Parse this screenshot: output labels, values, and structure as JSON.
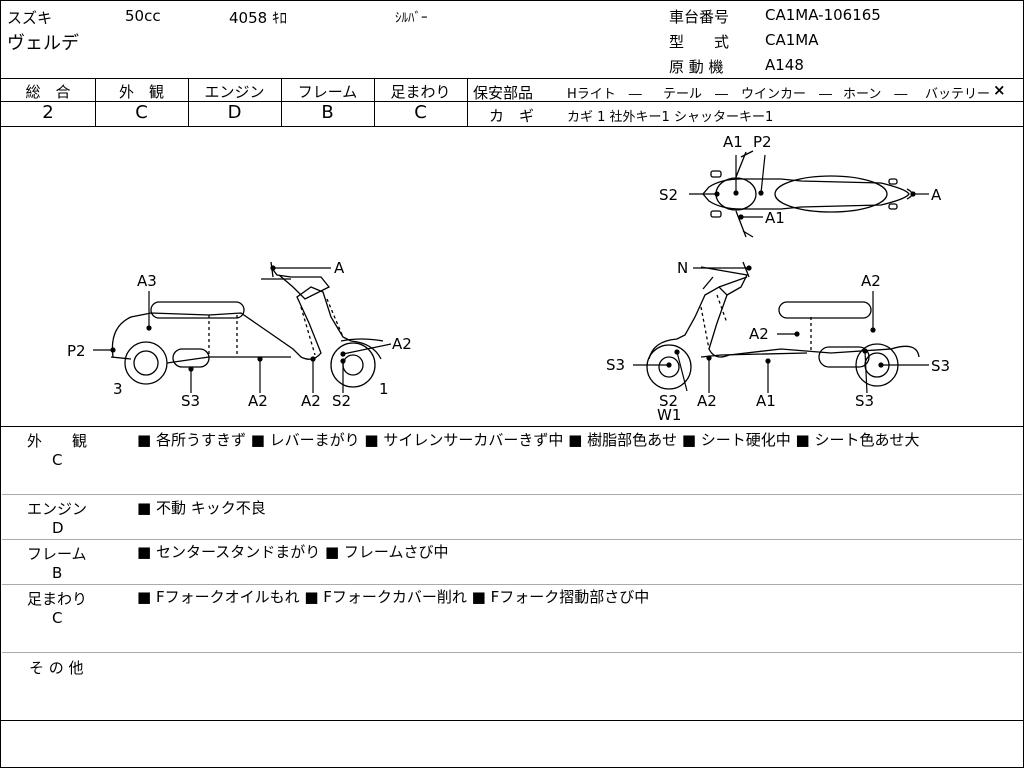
{
  "header": {
    "maker": "スズキ",
    "cc": "50cc",
    "mileage": "4058 ｷﾛ",
    "color": "ｼﾙﾊﾞｰ",
    "model_name": "ヴェルデ",
    "frame_no_label": "車台番号",
    "frame_no": "CA1MA-106165",
    "type_label": "型　　式",
    "type": "CA1MA",
    "engine_label": "原 動 機",
    "engine": "A148"
  },
  "grades": {
    "overall_label": "総　合",
    "overall": "2",
    "exterior_label": "外　観",
    "exterior": "C",
    "engine_label": "エンジン",
    "engine": "D",
    "frame_label": "フレーム",
    "frame": "B",
    "suspension_label": "足まわり",
    "suspension": "C"
  },
  "safety": {
    "label": "保安部品",
    "light": "Hライト　―",
    "tail": "テール　―",
    "winker": "ウインカー　―",
    "horn": "ホーン　―",
    "battery": "バッテリー",
    "battery_mark": "×",
    "key_label": "カ　ギ",
    "key_detail": "カギ 1  社外キー1  シャッターキー1"
  },
  "diagram_labels": {
    "top_a1": "A1",
    "top_p2": "P2",
    "top_s2": "S2",
    "top_a": "A",
    "top_a1b": "A1",
    "left_a": "A",
    "left_a3": "A3",
    "left_p2": "P2",
    "left_a2r": "A2",
    "left_3": "3",
    "left_1": "1",
    "left_s3": "S3",
    "left_a2a": "A2",
    "left_a2b": "A2",
    "left_s2": "S2",
    "right_n": "N",
    "right_a2t": "A2",
    "right_a2m": "A2",
    "right_s3l": "S3",
    "right_s3r": "S3",
    "right_s2": "S2",
    "right_w1": "W1",
    "right_a2b": "A2",
    "right_a1": "A1",
    "right_s3b": "S3"
  },
  "notes": {
    "exterior_label": "外　　観",
    "exterior_grade": "C",
    "exterior_text": "■ 各所うすきず ■ レバーまがり ■ サイレンサーカバーきず中 ■ 樹脂部色あせ ■ シート硬化中 ■ シート色あせ大",
    "engine_label": "エンジン",
    "engine_grade": "D",
    "engine_text": "■ 不動 キック不良",
    "frame_label": "フレーム",
    "frame_grade": "B",
    "frame_text": "■ センタースタンドまがり ■ フレームさび中",
    "suspension_label": "足まわり",
    "suspension_grade": "C",
    "suspension_text": "■ Fフォークオイルもれ ■ Fフォークカバー削れ ■ Fフォーク摺動部さび中",
    "other_label": "そ の 他"
  }
}
